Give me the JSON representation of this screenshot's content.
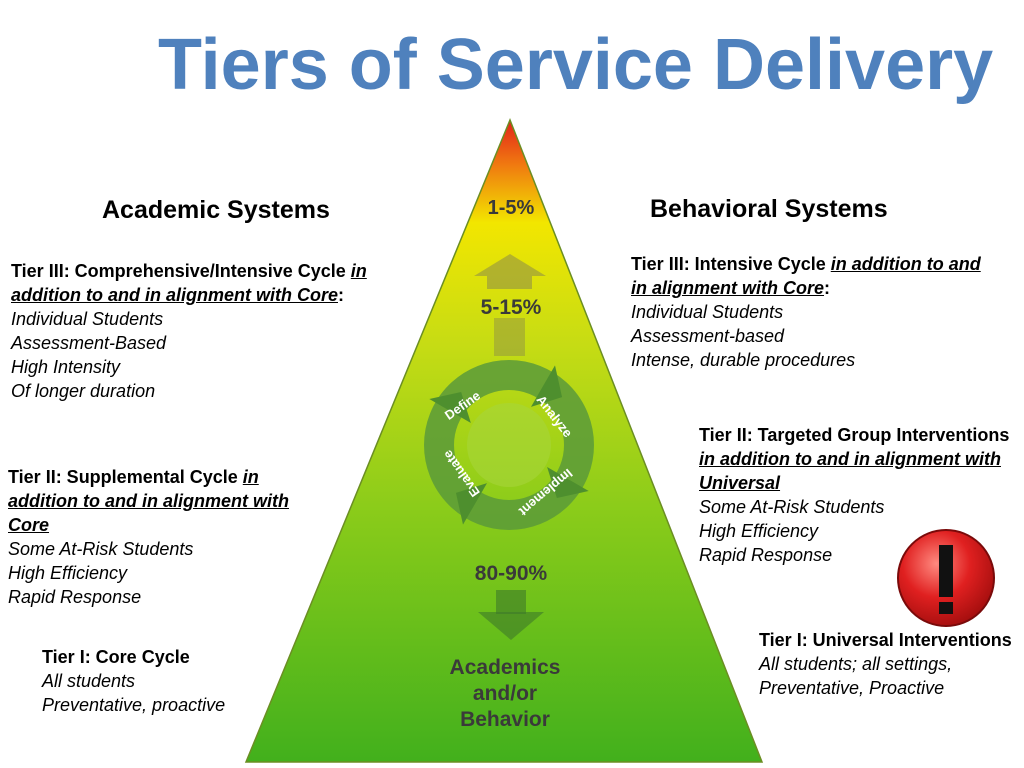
{
  "title": "Tiers of Service Delivery",
  "colors": {
    "title": "#4f81bd",
    "pyramid_top": "#e2231a",
    "pyramid_mid": "#f2e600",
    "pyramid_bottom": "#4ab51c",
    "alert": "#e02020"
  },
  "academic": {
    "heading": "Academic Systems",
    "tier3": {
      "lead": "Tier III: Comprehensive/Intensive Cycle ",
      "link": "in addition to and in alignment with Core",
      "colon": ":",
      "items": [
        "Individual Students",
        "Assessment-Based",
        "High Intensity",
        "Of longer duration"
      ]
    },
    "tier2": {
      "lead": "Tier II:  Supplemental Cycle ",
      "link": "in addition to and in alignment with Core",
      "items": [
        "Some At-Risk Students",
        "High Efficiency",
        "Rapid Response"
      ]
    },
    "tier1": {
      "lead": "Tier I: Core Cycle",
      "items": [
        "All students",
        "Preventative, proactive"
      ]
    }
  },
  "behavioral": {
    "heading": "Behavioral Systems",
    "tier3": {
      "lead": "Tier III:  Intensive Cycle ",
      "link": "in addition to and in alignment with Core",
      "colon": ":",
      "items": [
        "Individual Students",
        "Assessment-based",
        "Intense, durable procedures"
      ]
    },
    "tier2": {
      "lead": "Tier II:  Targeted Group Interventions ",
      "link": "in addition to and in alignment with Universal",
      "items": [
        "Some At-Risk Students",
        "High Efficiency",
        "Rapid Response"
      ]
    },
    "tier1": {
      "lead": "Tier I: Universal Interventions",
      "items": [
        "All students; all settings,",
        "Preventative, Proactive"
      ]
    }
  },
  "pyramid": {
    "top_pct": "1-5%",
    "mid_pct": "5-15%",
    "bottom_pct": "80-90%",
    "base_lines": [
      "Academics",
      "and/or",
      "Behavior"
    ],
    "cycle": [
      "Define",
      "Analyze",
      "Implement",
      "Evaluate"
    ]
  },
  "alert_icon": "exclamation-icon"
}
